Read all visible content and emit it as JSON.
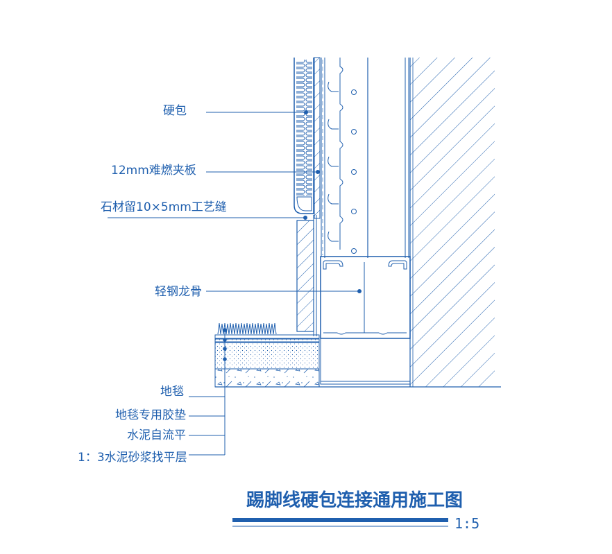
{
  "drawing": {
    "labels": {
      "hard_cladding": "硬包",
      "fire_board": "12mm难燃夹板",
      "stone_joint": "石材留10×5mm工艺缝",
      "light_steel_keel": "轻钢龙骨",
      "carpet": "地毯",
      "carpet_pad": "地毯专用胶垫",
      "self_leveling": "水泥自流平",
      "mortar_bed": "1：3水泥砂浆找平层"
    },
    "title": "踢脚线硬包连接通用施工图",
    "scale": "1:5"
  },
  "colors": {
    "line": "#1f5fae",
    "title_bar": "#1f5fae",
    "background": "#ffffff"
  }
}
